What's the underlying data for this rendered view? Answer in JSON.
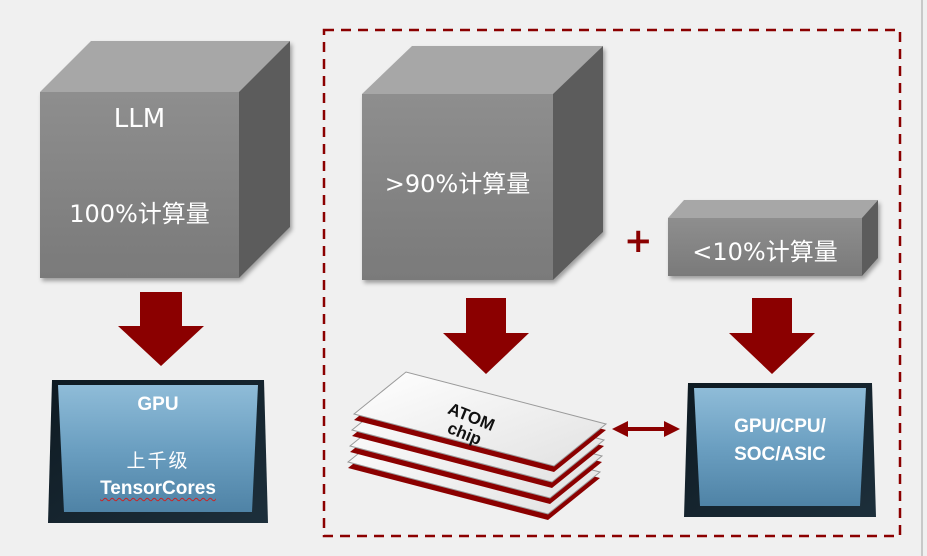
{
  "llm_cube": {
    "title": "LLM",
    "compute": "100%计算量"
  },
  "left_chip": {
    "line1": "GPU",
    "line2": "上千级",
    "line3": "TensorCores"
  },
  "big_cube": {
    "compute": ">90%计算量"
  },
  "small_cube": {
    "compute": "<10%计算量"
  },
  "plus_sign": "+",
  "atom_chip": {
    "line1": "ATOM",
    "line2": "chip"
  },
  "right_chip": {
    "line1": "GPU/CPU/",
    "line2": "SOC/ASIC"
  },
  "colors": {
    "arrow": "#8b0000",
    "cube_front": "#848484",
    "cube_top": "#a6a6a6",
    "cube_side": "#5e5e5e",
    "chip_face": "#6ea2c4",
    "dashed_border": "#8b0000"
  }
}
